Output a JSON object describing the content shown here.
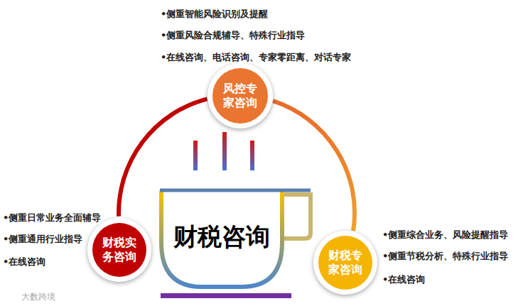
{
  "diagram": {
    "nodes": [
      {
        "text": [
          "风控专家咨询"
        ]
      },
      {
        "text": [
          "财税实务咨询"
        ]
      },
      {
        "text": [
          "财税咨询"
        ]
      },
      {
        "text": [
          "财税专家咨询"
        ]
      }
    ],
    "edges": [
      {
        "from": 0,
        "to": 1,
        "arrow": "none"
      },
      {
        "from": 0,
        "to": 3,
        "arrow": "none"
      }
    ],
    "labels": [
      "•侧重智能风险识别及提醒",
      "•侧重风险合规辅导、特殊行业指导",
      "•在线咨询、电话咨询、专家零距离、对话专家",
      "•侧重日常业务全面辅导",
      "•侧重通用行业指导",
      "•在线咨询",
      "•侧重综合业务、风险提醒指导",
      "•侧重节税分析、特殊行业指导",
      "•在线咨询",
      "大数跨境"
    ]
  }
}
